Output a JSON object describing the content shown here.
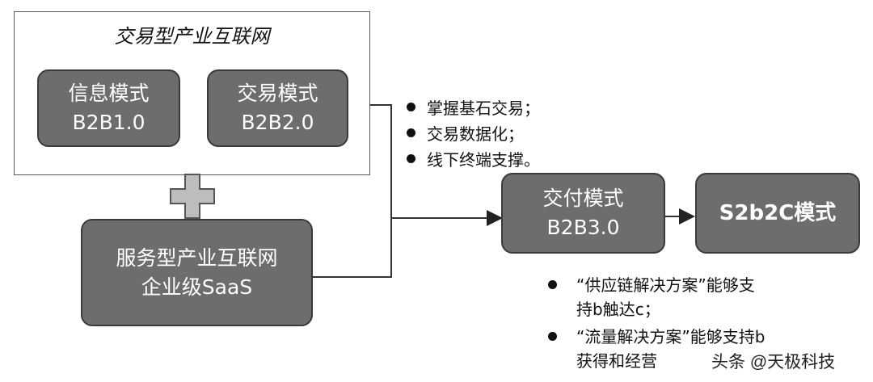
{
  "frame": {
    "title": "交易型产业互联网"
  },
  "boxes": {
    "info": {
      "line1": "信息模式",
      "line2": "B2B1.0"
    },
    "trade": {
      "line1": "交易模式",
      "line2": "B2B2.0"
    },
    "service": {
      "line1": "服务型产业互联网",
      "line2": "企业级SaaS"
    },
    "pay": {
      "line1": "交付模式",
      "line2": "B2B3.0"
    },
    "s2b2c": {
      "line1": "S2b2C模式"
    }
  },
  "bullets_top": [
    "掌握基石交易；",
    "交易数据化；",
    "线下终端支撑。"
  ],
  "bullets_bottom": [
    "“供应链解决方案”能够支持b触达c；",
    "“流量解决方案”能够支持b获得和经营"
  ],
  "watermark": "头条 @天极科技",
  "colors": {
    "box_fill": "#6d6d6d",
    "box_border": "#3a3a3a",
    "line": "#333333"
  }
}
